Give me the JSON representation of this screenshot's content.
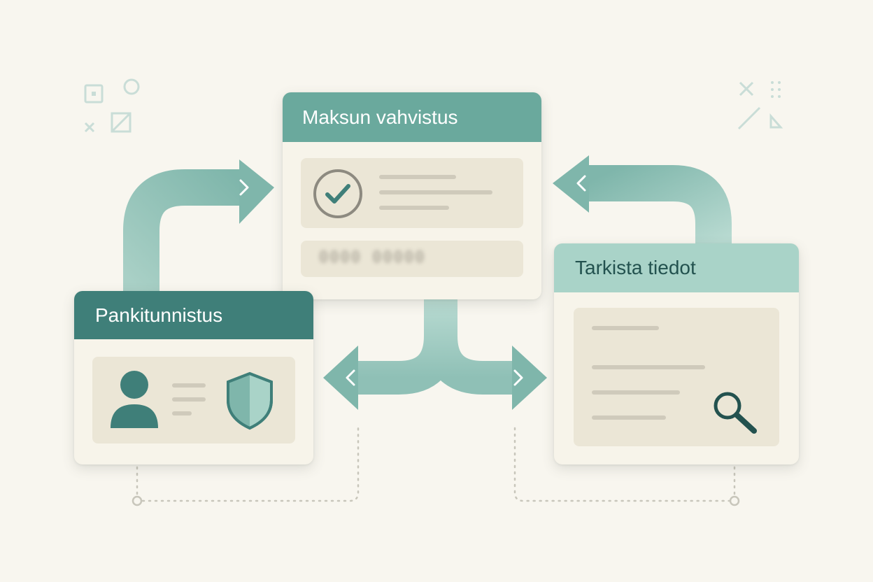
{
  "cards": {
    "payment": {
      "title": "Maksun vahvistus",
      "masked_value": "0000 00000"
    },
    "bank_auth": {
      "title": "Pankitunnistus"
    },
    "check_details": {
      "title": "Tarkista tiedot"
    }
  },
  "colors": {
    "background": "#f8f6ef",
    "teal_dark": "#3f7f79",
    "teal_mid": "#6aa99d",
    "teal_light": "#a9d3c8",
    "card_bg": "#f7f4ea",
    "panel_bg": "#ebe6d6"
  },
  "icons": [
    "check-circle-icon",
    "user-icon",
    "shield-icon",
    "magnifier-icon",
    "chevron-right-icon",
    "chevron-left-icon"
  ]
}
